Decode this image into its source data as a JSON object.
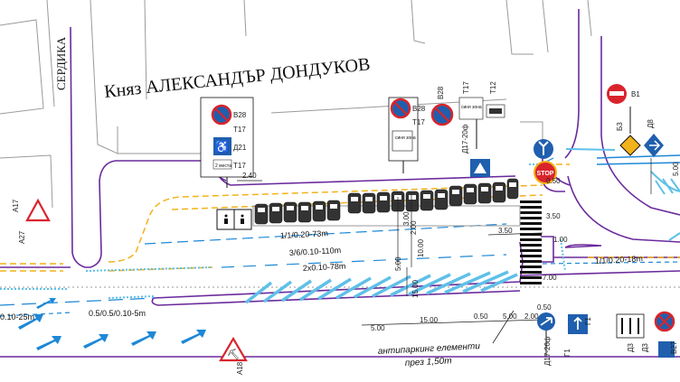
{
  "streets": {
    "main": "Княз АЛЕКСАНДЪР ДОНДУКОВ",
    "side": "СЕРДИКА"
  },
  "sign_codes": {
    "b28_a": "В28",
    "t17_a": "Т17",
    "d21": "Д21",
    "t17_b": "Т17",
    "b28_b": "В28",
    "t17_c": "Т17",
    "b28_c": "В28",
    "t17_d": "Т17",
    "t12": "Т12",
    "d17_20": "Д17-20ф",
    "b1": "В1",
    "b3": "Б3",
    "d8": "Д8",
    "a17": "А17",
    "a18": "А18",
    "a27": "А27",
    "g1_a": "Г1",
    "g1_b": "Г1",
    "d17_26": "Д17-26ф",
    "b27": "В27",
    "d3_d": "Д3",
    "d3_dd": "Д3"
  },
  "sign_labels": {
    "two_hours": "2 места",
    "blue_zone_a": "синя зона",
    "blue_zone_b": "синя зона",
    "stop": "STOP"
  },
  "dimensions": {
    "d_240": "2.40",
    "d_350": "3.50",
    "d_350b": "3.50",
    "d_100": "1.00",
    "d_700": "7.00",
    "d_500": "5.00",
    "d_050": "0.50",
    "d_050b": "0.50",
    "d_1500": "15.00",
    "d_500b": "5.00",
    "d_050c": "0.50",
    "d_200": "2.00",
    "d_300v": "3.00",
    "d_200v": "2.00",
    "d_500v": "5.00",
    "d_1000v": "10.00",
    "d_1500v": "15.00",
    "d_500r": "5.00"
  },
  "lane_markings": {
    "m1": "1/1/0.20-73m",
    "m2": "3/6/0.10-110m",
    "m3": "2x0.10-78m",
    "m4": "0.10-25m",
    "m5": "0.5/0.5/0.10-5m",
    "m6": "1/1/0.20-18m"
  },
  "note": {
    "line1": "антипаркинг елементи",
    "line2": "през 1,50m"
  },
  "colors": {
    "purple": "#6a2a9c",
    "blue": "#1e88d6",
    "cyan": "#5fc0e8",
    "yellow": "#f2b21a",
    "gray": "#9a9a9a",
    "red": "#d9242c",
    "sign_blue": "#1f5fae"
  }
}
